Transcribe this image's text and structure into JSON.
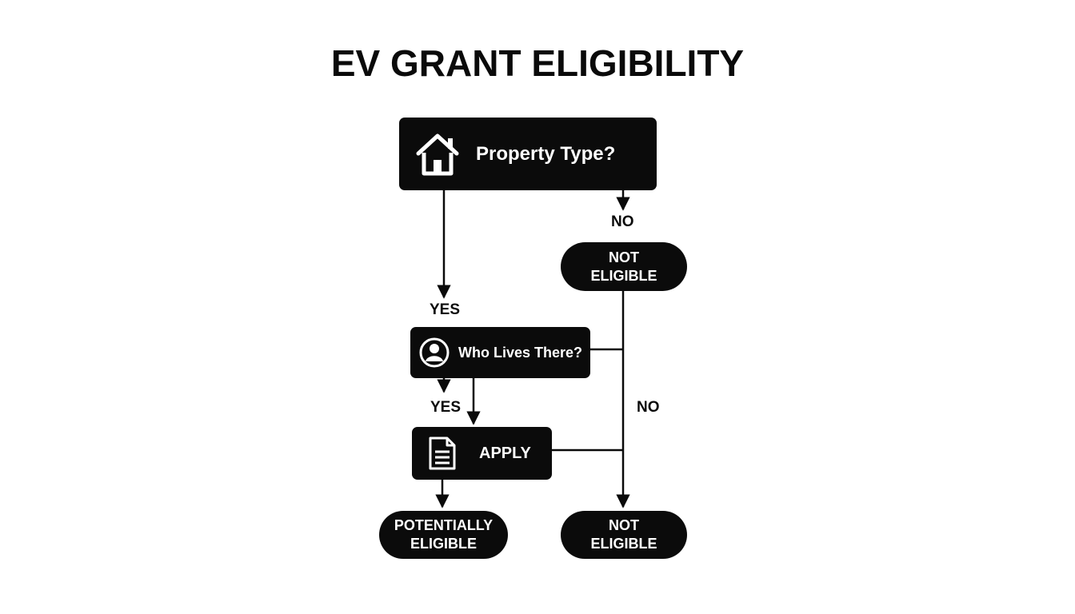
{
  "title": "EV GRANT ELIGIBILITY",
  "nodes": {
    "property_type": {
      "label": "Property Type?",
      "icon": "house-icon"
    },
    "who_lives": {
      "label": "Who Lives There?",
      "icon": "person-icon"
    },
    "apply": {
      "label": "APPLY",
      "icon": "document-icon"
    },
    "not_eligible_top": {
      "line1": "NOT",
      "line2": "ELIGIBLE"
    },
    "potentially_eligible": {
      "line1": "POTENTIALLY",
      "line2": "ELIGIBLE"
    },
    "not_eligible_bottom": {
      "line1": "NOT",
      "line2": "ELIGIBLE"
    }
  },
  "edge_labels": {
    "no_top": "NO",
    "yes_left": "YES",
    "yes_mid": "YES",
    "no_right": "NO"
  },
  "colors": {
    "node": "#0b0b0b",
    "text": "#ffffff",
    "line": "#0a0a0a"
  }
}
